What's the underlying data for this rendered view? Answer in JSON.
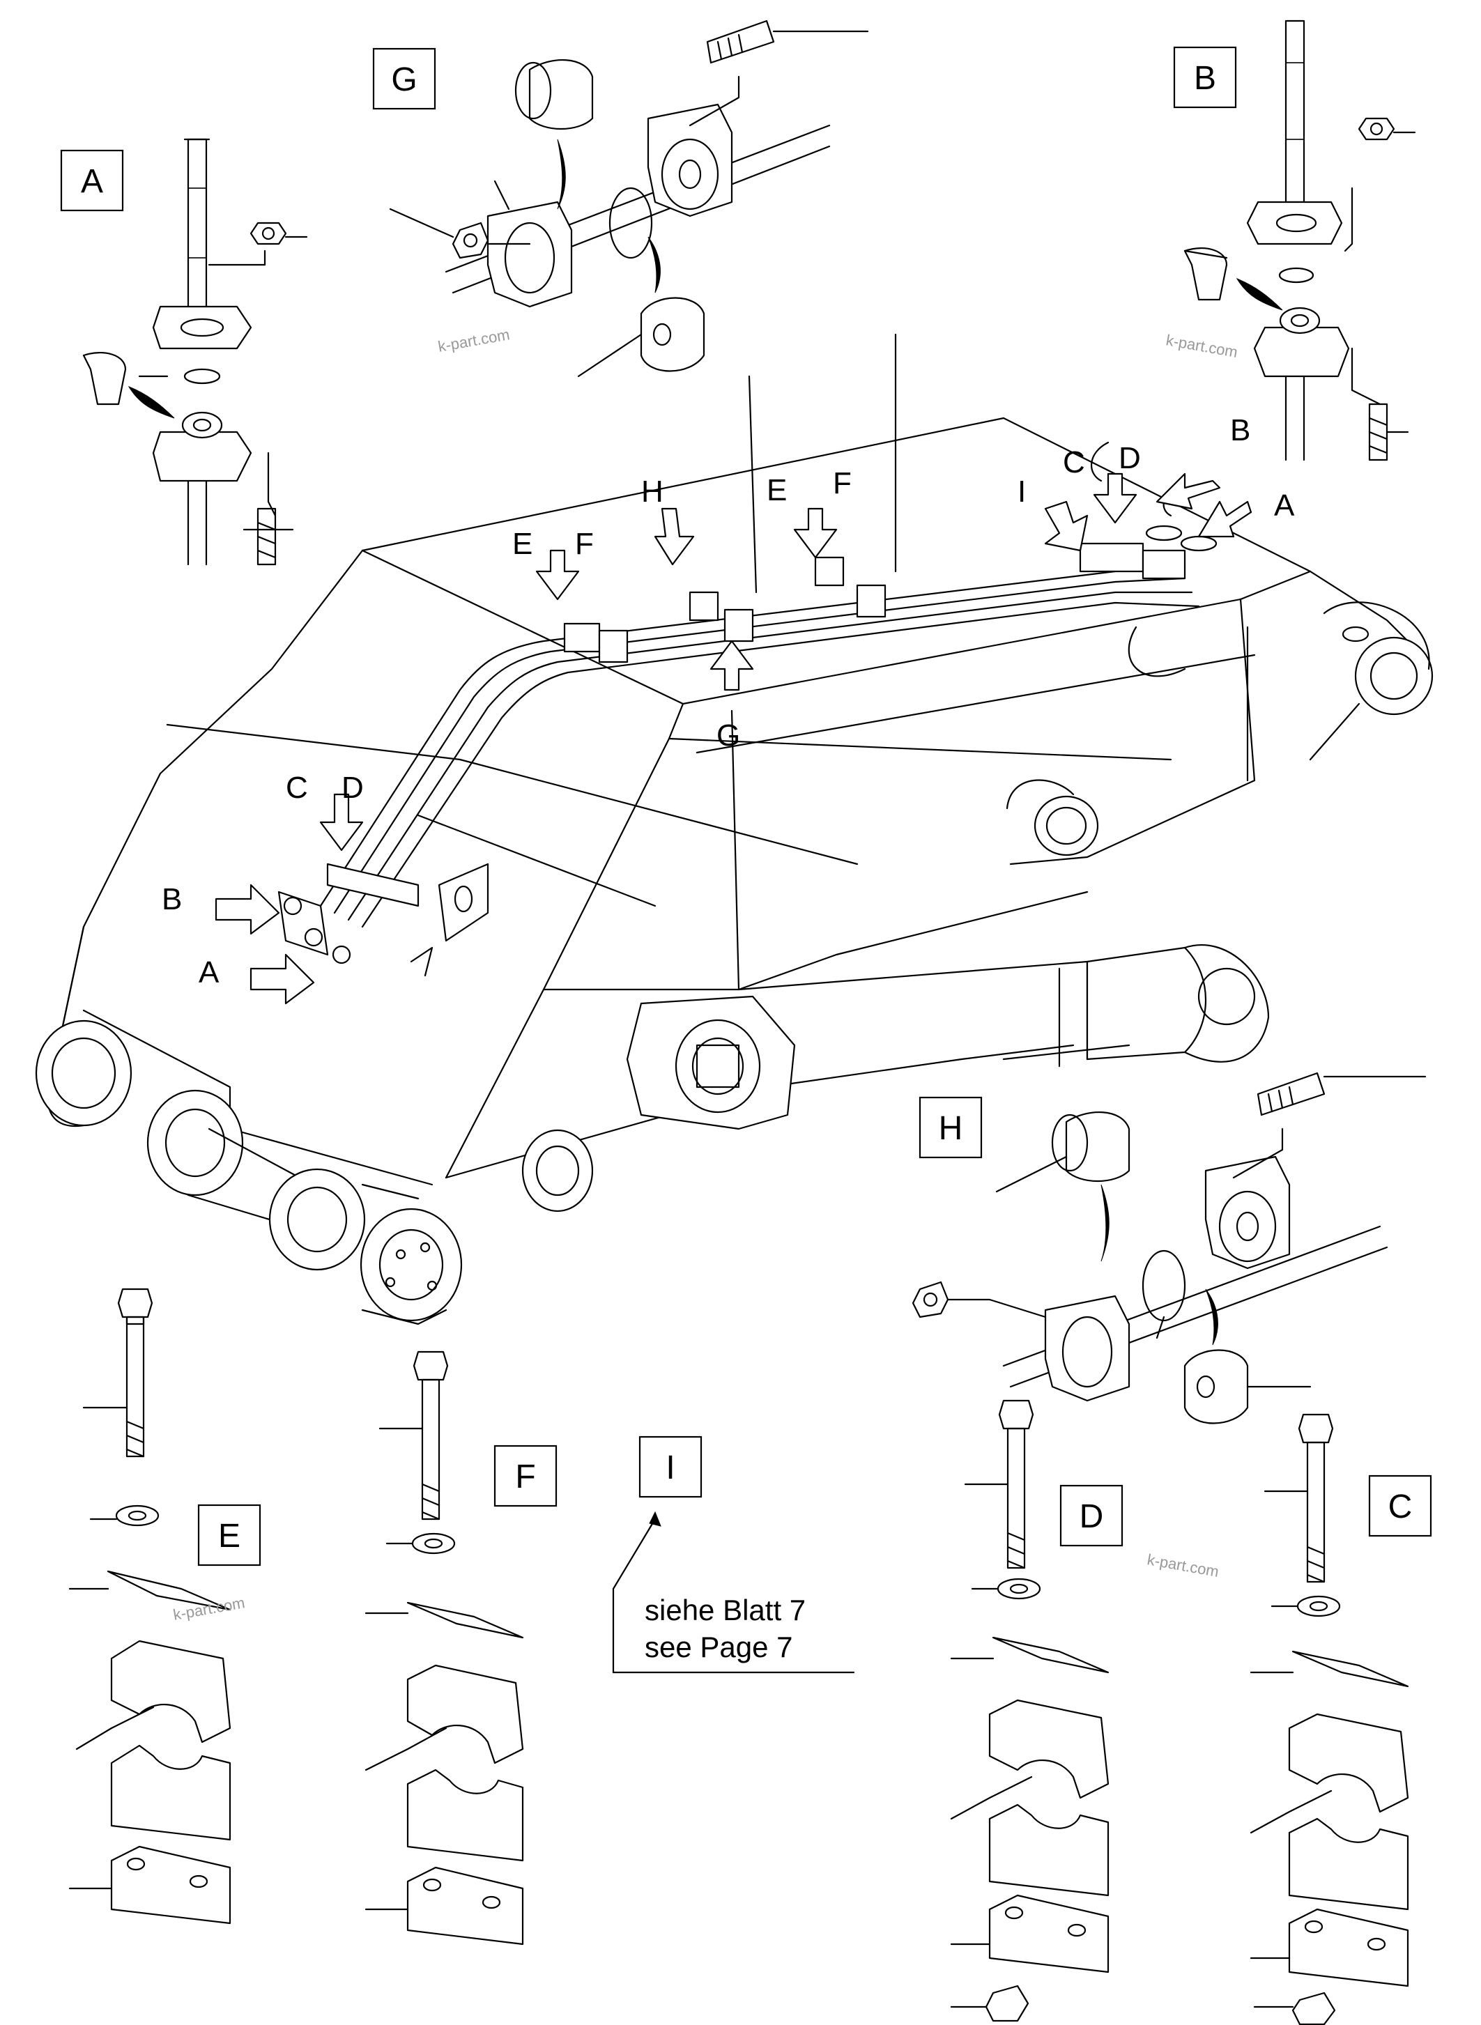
{
  "detail_boxes": {
    "A": "A",
    "B": "B",
    "G": "G",
    "H": "H",
    "E": "E",
    "F": "F",
    "I": "I",
    "D": "D",
    "C": "C"
  },
  "callouts": {
    "h_top": "H",
    "e_left": "E",
    "f_left": "F",
    "e_mid": "E",
    "f_mid": "F",
    "g_low": "G",
    "i_right": "I",
    "c_right": "C",
    "d_right": "D",
    "b_right": "B",
    "a_right": "A",
    "c_left": "C",
    "d_left": "D",
    "b_left": "B",
    "a_left": "A"
  },
  "note": {
    "line1_de": "siehe Blatt  7",
    "line2_en": "see    Page 7"
  },
  "watermarks": [
    "k-part.com",
    "k-part.com",
    "k-part.com",
    "k-part.com"
  ]
}
